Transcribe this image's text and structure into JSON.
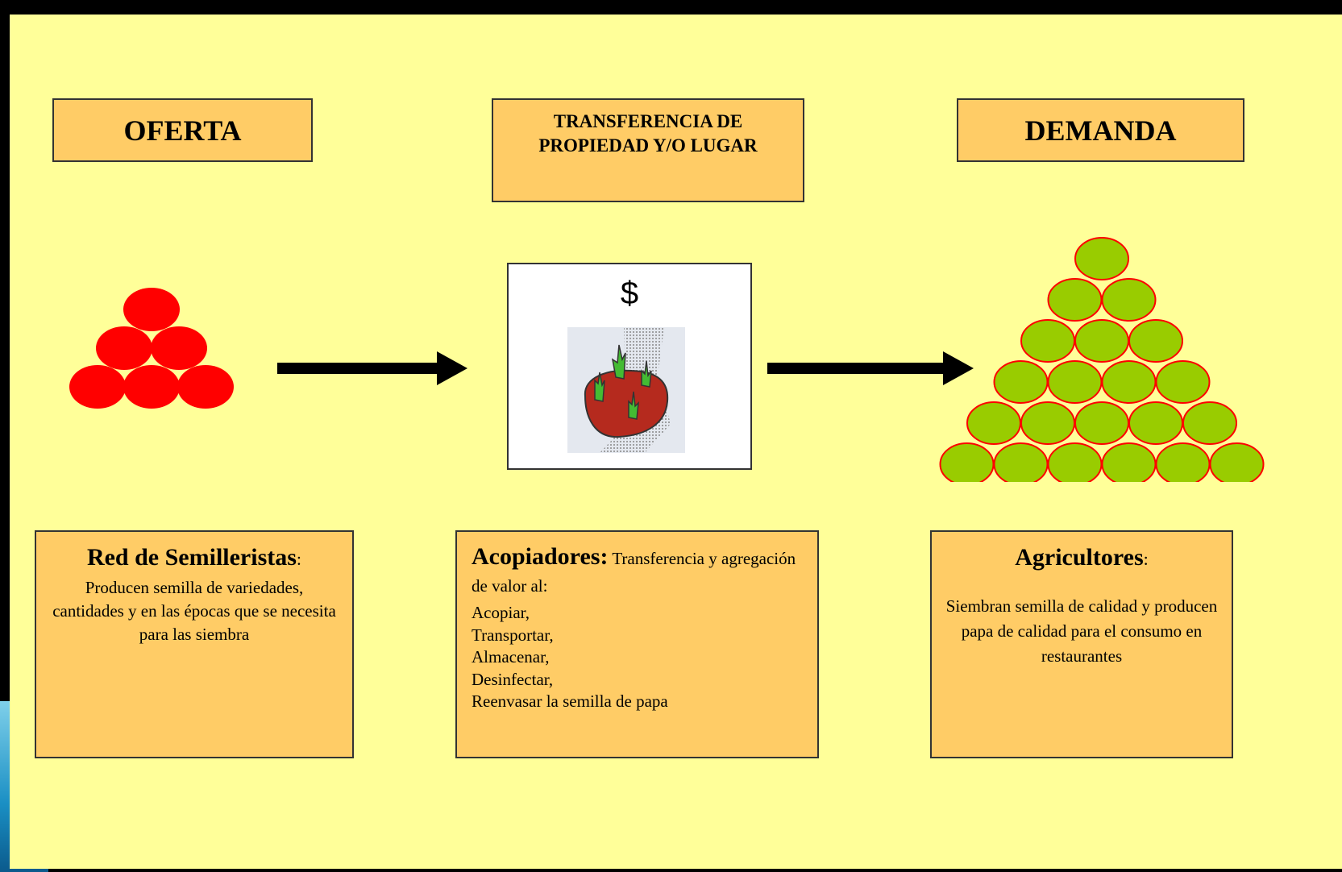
{
  "headers": {
    "oferta": "OFERTA",
    "transferencia": "TRANSFERENCIA DE PROPIEDAD Y/O LUGAR",
    "demanda": "DEMANDA"
  },
  "price_symbol": "$",
  "oferta_box": {
    "title": "Red de Semilleristas",
    "colon": ":",
    "body": "Producen semilla de variedades, cantidades y en las épocas que se necesita para las siembra"
  },
  "acopiadores_box": {
    "title": "Acopiadores:",
    "intro": " Transferencia y agregación de valor al:",
    "items": [
      "Acopiar,",
      "Transportar,",
      "Almacenar,",
      "Desinfectar,",
      "Reenvasar la semilla de papa"
    ]
  },
  "demanda_box": {
    "title": "Agricultores",
    "colon": ":",
    "body": "Siembran semilla de calidad y producen papa de calidad para el consumo en restaurantes"
  },
  "colors": {
    "slide_bg": "#ffff99",
    "box_bg": "#ffcc66",
    "supply_dot": "#ff0000",
    "demand_dot": "#99cc00",
    "demand_dot_border": "#ff0000"
  }
}
